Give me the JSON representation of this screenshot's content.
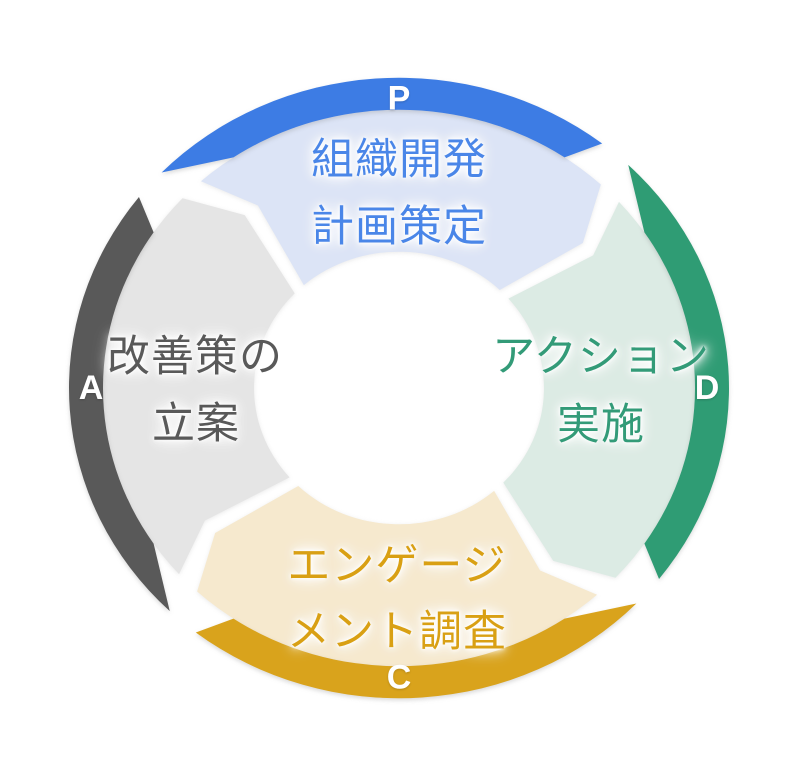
{
  "diagram": {
    "type": "cycle",
    "direction": "clockwise",
    "background_color": "#ffffff",
    "center_hole_color": "#ffffff",
    "segments": [
      {
        "id": "plan",
        "letter": "P",
        "label_lines": [
          "組織開発",
          "計画策定"
        ],
        "position": "top",
        "band_color": "#3D7CE4",
        "fill_color": "#DCE4F6",
        "text_color": "#4A86E8"
      },
      {
        "id": "do",
        "letter": "D",
        "label_lines": [
          "アクション",
          "実施"
        ],
        "position": "right",
        "band_color": "#2F9C74",
        "fill_color": "#DCEBE4",
        "text_color": "#339B78"
      },
      {
        "id": "check",
        "letter": "C",
        "label_lines": [
          "エンゲージ",
          "メント調査"
        ],
        "position": "bottom",
        "band_color": "#D9A31C",
        "fill_color": "#F6E9CE",
        "text_color": "#D9A014"
      },
      {
        "id": "act",
        "letter": "A",
        "label_lines": [
          "改善策の",
          "立案"
        ],
        "position": "left",
        "band_color": "#595959",
        "fill_color": "#E5E5E5",
        "text_color": "#595959"
      }
    ]
  }
}
